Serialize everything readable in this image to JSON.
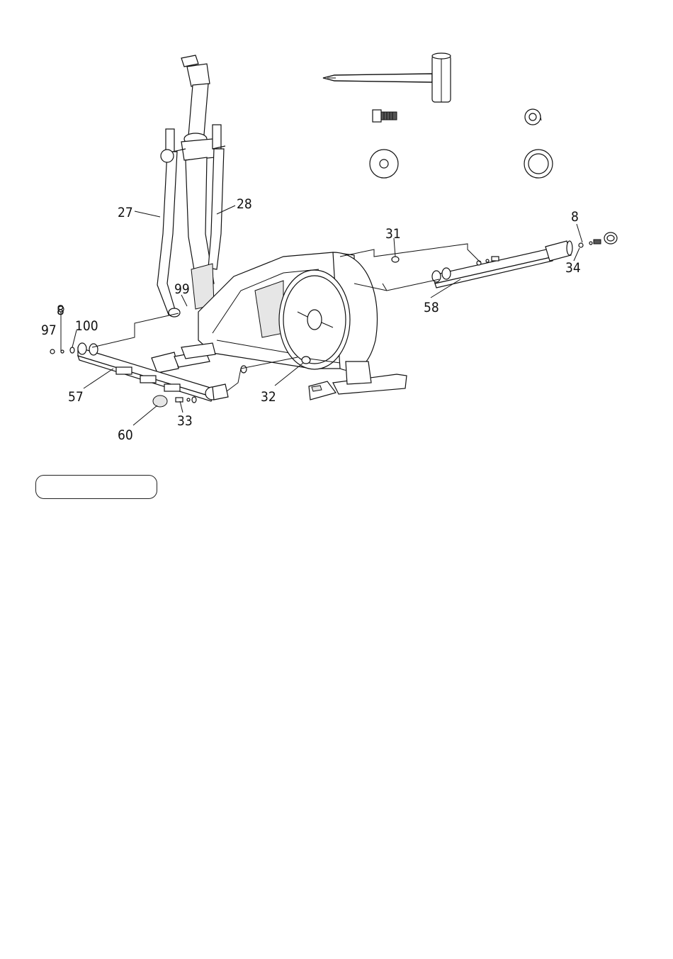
{
  "callouts": {
    "c27": "27",
    "c28": "28",
    "c31": "31",
    "c8_right": "8",
    "c34": "34",
    "c58": "58",
    "c99": "99",
    "c8_left": "8",
    "c97": "97",
    "c100": "100",
    "c57": "57",
    "c32": "32",
    "c33": "33",
    "c60": "60"
  },
  "step_label": ""
}
